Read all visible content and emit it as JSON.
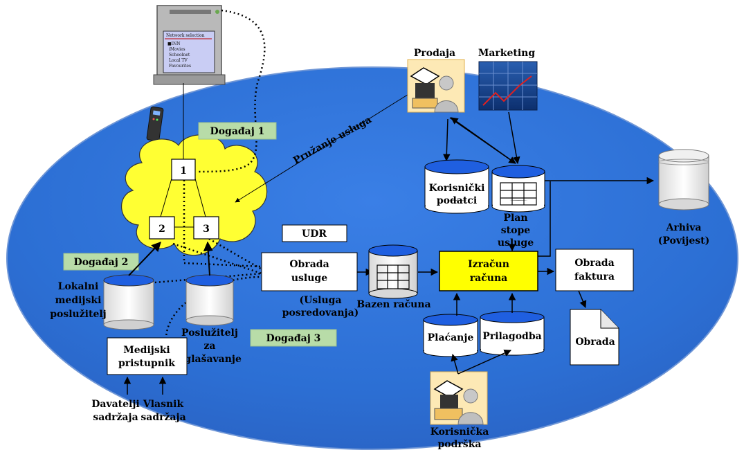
{
  "events": {
    "e1": "Događaj 1",
    "e2": "Događaj 2",
    "e3": "Događaj 3"
  },
  "cloud": {
    "node1": "1",
    "node2": "2",
    "node3": "3"
  },
  "labels": {
    "pruzanje": "Pružanje usluga",
    "udr": "UDR",
    "prodaja": "Prodaja",
    "marketing": "Marketing",
    "korisnicki_podatci": [
      "Korisnički",
      "podatci"
    ],
    "plan": [
      "Plan",
      "stope",
      "usluge"
    ],
    "arhiva": [
      "Arhiva",
      "(Povijest)"
    ],
    "obrada_usluge": [
      "Obrada",
      "usluge"
    ],
    "usluga_posredovanja": [
      "(Usluga",
      "posredovanja)"
    ],
    "bazen_racuna": "Bazen računa",
    "izracun_racuna": [
      "Izračun",
      "računa"
    ],
    "obrada_faktura": [
      "Obrada",
      "faktura"
    ],
    "obrada_doc": "Obrada",
    "placanje": "Plaćanje",
    "prilagodba": "Prilagodba",
    "korisnicka_podrska": [
      "Korisnička",
      "podrška"
    ],
    "lokalni": [
      "Lokalni",
      "medijski",
      "poslužitelj"
    ],
    "posluzitelj_oglasavanje": [
      "Poslužitelj",
      "za",
      "oglašavanje"
    ],
    "medijski_pristupnik": [
      "Medijski",
      "pristupnik"
    ],
    "davatelji": [
      "Davatelji",
      "sadržaja"
    ],
    "vlasnik": [
      "Vlasnik",
      "sadržaja"
    ]
  },
  "tv_screen": {
    "title": "Network selection",
    "items": [
      "■INN",
      "iMovies",
      "Schoolnet",
      "Local TV",
      "Favourites"
    ]
  },
  "colors": {
    "ellipse": "#2d6fd6",
    "cloud": "#ffff33",
    "event_fill": "#b8dca8",
    "highlight": "#ffff00",
    "db_top": "#1f5fe0"
  }
}
